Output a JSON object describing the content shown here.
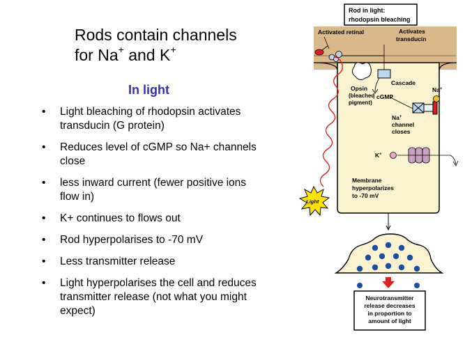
{
  "slide": {
    "title_line1": "Rods contain channels",
    "title_line2_prefix": "for Na",
    "title_sup1": "+",
    "title_mid": " and K",
    "title_sup2": "+",
    "subtitle": "In light",
    "bullet_glyph": "•",
    "bullets": [
      {
        "lines": [
          "Light bleaching of rhodopsin activates",
          "transducin (G protein)"
        ]
      },
      {
        "lines": [
          "Reduces level of cGMP so Na+ channels",
          "close"
        ]
      },
      {
        "lines": [
          "less inward current (fewer positive ions",
          "flow in)"
        ]
      },
      {
        "lines": [
          "K+ continues to flows out"
        ]
      },
      {
        "lines": [
          "Rod hyperpolarises to -70 mV"
        ]
      },
      {
        "lines": [
          "Less transmitter release"
        ]
      },
      {
        "lines": [
          "Light hyperpolarises the cell and reduces",
          "transmitter release  (not what you might",
          "expect)"
        ]
      }
    ]
  },
  "diagram": {
    "header_box": {
      "line1": "Rod in light:",
      "line2": "rhodopsin bleaching"
    },
    "activated_retinal": "Activated retinal",
    "activates_transducin": {
      "line1": "Activates",
      "line2": "transducin"
    },
    "cascade": "Cascade",
    "opsin": {
      "line1": "Opsin",
      "line2": "(bleached",
      "line3": "pigment)"
    },
    "cgmp": "cGMP",
    "na_channel": {
      "line1": "Na",
      "sup": "+",
      "line2": "channel",
      "line3": "closes"
    },
    "na_ion": {
      "label": "Na",
      "sup": "+"
    },
    "k_ion": {
      "label": "K",
      "sup": "+"
    },
    "membrane": {
      "line1": "Membrane",
      "line2": "hyperpolarizes",
      "line3": "to -70 mV"
    },
    "light_burst": "Light",
    "neurotransmitter_box": {
      "line1": "Neurotransmitter",
      "line2": "release decreases",
      "line3": "in proportion to",
      "line4": "amount of light"
    },
    "colors": {
      "outer_segment": "#d9b88c",
      "cytoplasm": "#fbf2cf",
      "na_ion": "#f0c030",
      "k_ion": "#e8a8c8",
      "vesicle": "#1a4fa0",
      "arrow_red": "#e02020",
      "light_wave": "#e02020",
      "light_burst": "#ffe400",
      "subtitle": "#3333aa"
    }
  }
}
